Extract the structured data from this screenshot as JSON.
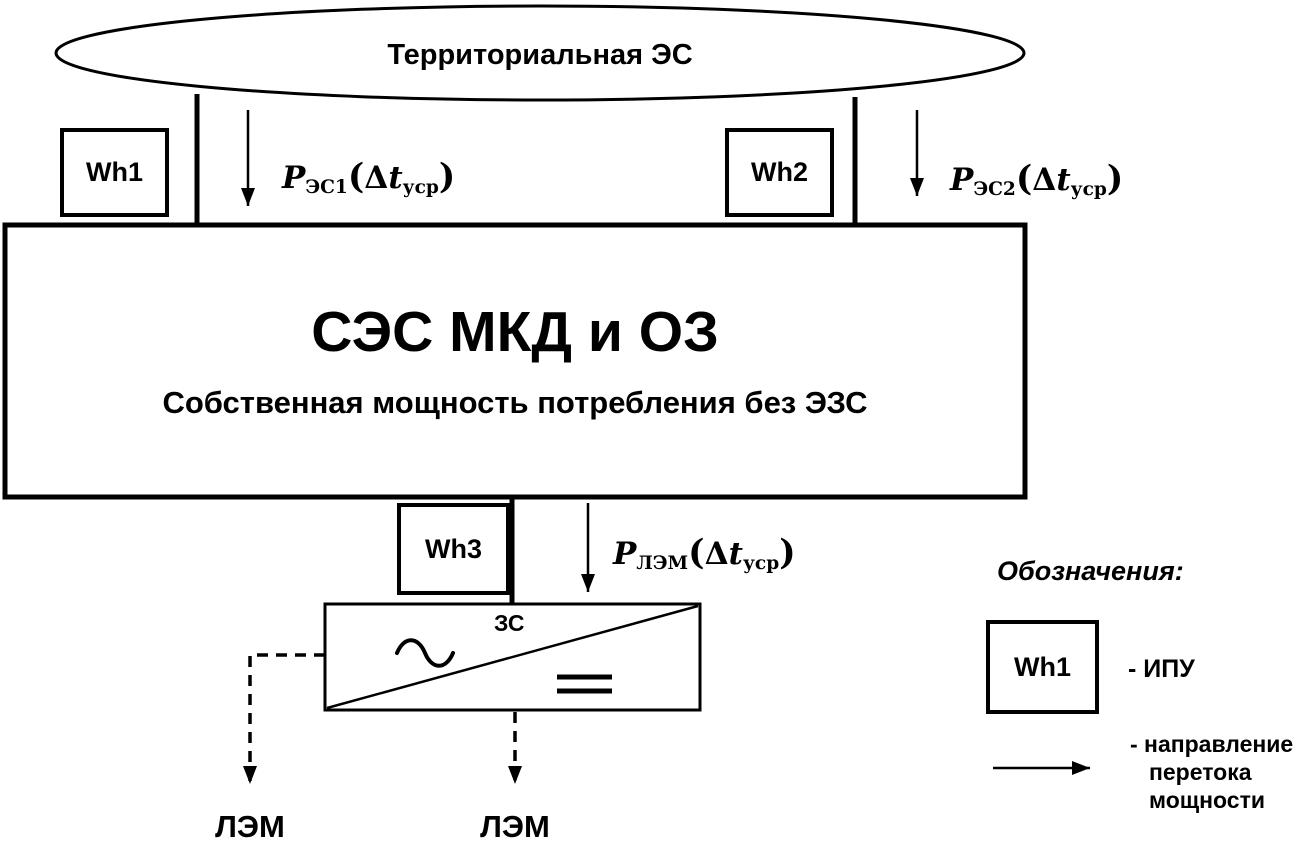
{
  "diagram": {
    "source": {
      "label": "Территориальная ЭС"
    },
    "main_block": {
      "title": "СЭС МКД и ОЗ",
      "subtitle": "Собственная мощность потребления без ЭЗС"
    },
    "meters": {
      "wh1": "Wh1",
      "wh2": "Wh2",
      "wh3": "Wh3"
    },
    "converter": {
      "label": "ЗС"
    },
    "flows": {
      "es1": {
        "p": "P",
        "p_sub": "ЭС1",
        "lp": "(",
        "delta": "Δ",
        "t": "t",
        "t_sub": "уср",
        "rp": ")"
      },
      "es2": {
        "p": "P",
        "p_sub": "ЭС2",
        "lp": "(",
        "delta": "Δ",
        "t": "t",
        "t_sub": "уср",
        "rp": ")"
      },
      "lem": {
        "p": "P",
        "p_sub": "ЛЭМ",
        "lp": "(",
        "delta": "Δ",
        "t": "t",
        "t_sub": "уср",
        "rp": ")"
      }
    },
    "outputs": {
      "lem_left": "ЛЭМ",
      "lem_bottom": "ЛЭМ"
    },
    "legend": {
      "title": "Обозначения:",
      "meter_box_label": "Wh1",
      "meter_desc": "- ИПУ",
      "arrow_desc_line1": "- направление",
      "arrow_desc_line2": "перетока",
      "arrow_desc_line3": "мощности"
    },
    "colors": {
      "line": "#000000",
      "background": "#ffffff"
    }
  }
}
